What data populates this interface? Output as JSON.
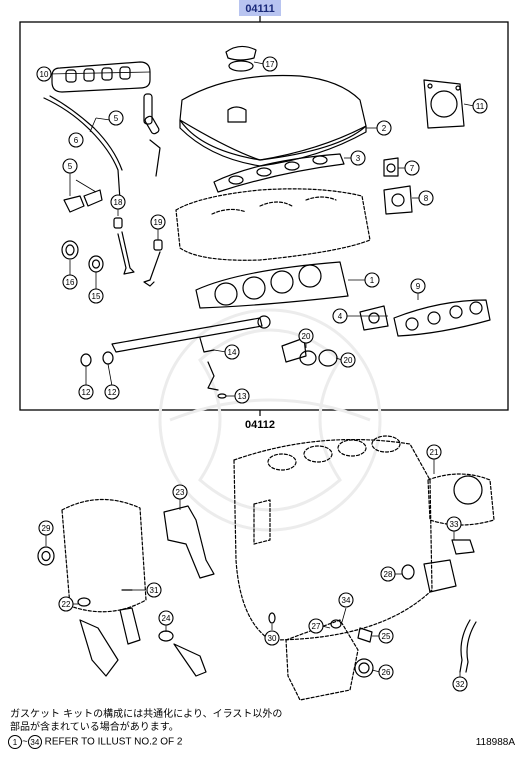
{
  "header": {
    "kit_code_top": "04111",
    "kit_code_bottom": "04112",
    "accent_color": "#b8c4f0"
  },
  "callouts": {
    "c1": "1",
    "c2": "2",
    "c3": "3",
    "c4": "4",
    "c5a": "5",
    "c5b": "5",
    "c6": "6",
    "c7": "7",
    "c8": "8",
    "c9": "9",
    "c10": "10",
    "c11": "11",
    "c12a": "12",
    "c12b": "12",
    "c13": "13",
    "c14": "14",
    "c15": "15",
    "c16": "16",
    "c17": "17",
    "c18": "18",
    "c19": "19",
    "c20a": "20",
    "c20b": "20",
    "c21": "21",
    "c22": "22",
    "c23": "23",
    "c24": "24",
    "c25": "25",
    "c26": "26",
    "c27": "27",
    "c28": "28",
    "c29": "29",
    "c30": "30",
    "c31": "31",
    "c32": "32",
    "c33": "33",
    "c34": "34"
  },
  "footer": {
    "note_line1": "ガスケット キットの構成には共通化により、イラスト以外の",
    "note_line2": "部品が含まれている場合があります。",
    "ref_start": "1",
    "ref_tilde": "~",
    "ref_end": "34",
    "ref_text": "REFER TO ILLUST NO.2 OF 2",
    "doc_id": "118988A"
  }
}
